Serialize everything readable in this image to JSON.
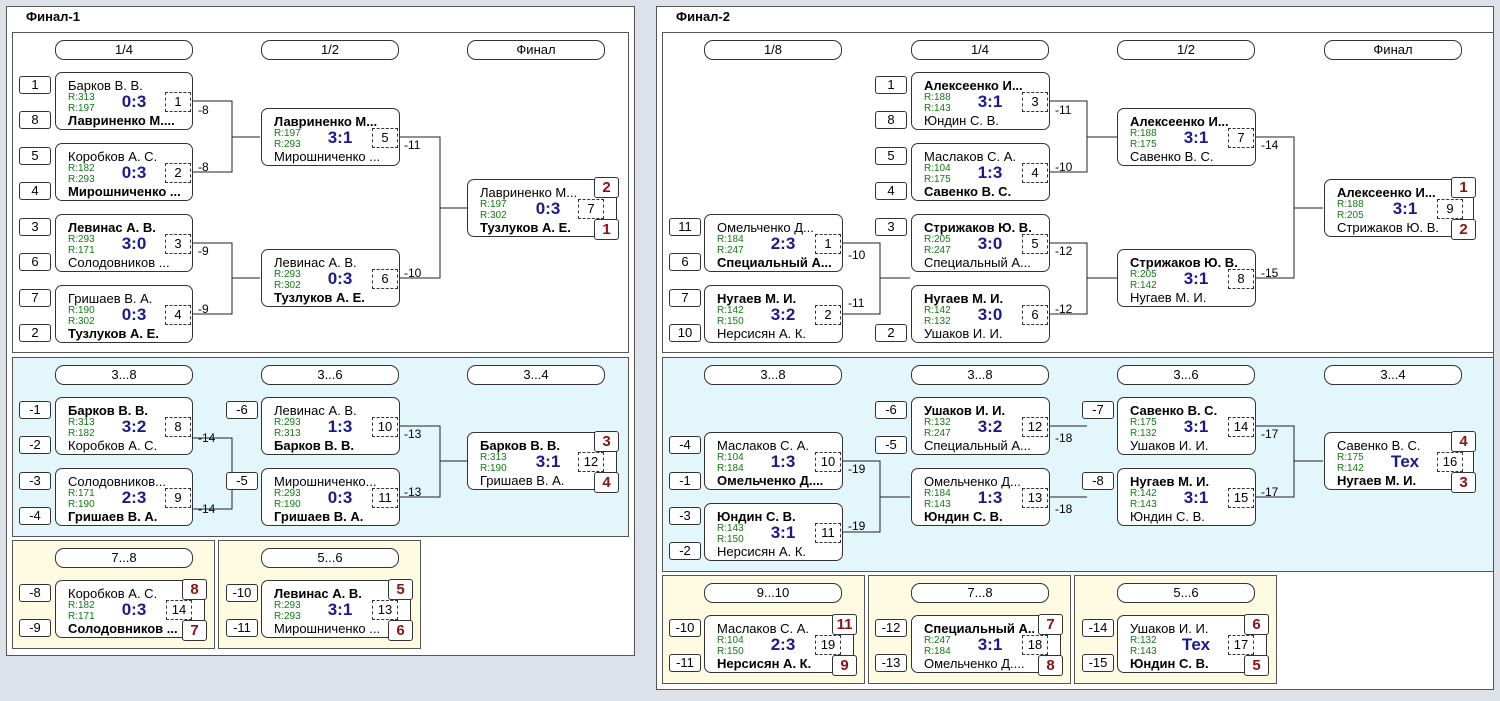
{
  "panels": {
    "f1": "Финал-1",
    "f2": "Финал-2"
  },
  "headers": {
    "f1_1_4": "1/4",
    "f1_1_2": "1/2",
    "f1_final": "Финал",
    "f1_3_8": "3...8",
    "f1_3_6": "3...6",
    "f1_3_4": "3...4",
    "f1_7_8": "7...8",
    "f1_5_6": "5...6",
    "f2_1_8": "1/8",
    "f2_1_4": "1/4",
    "f2_1_2": "1/2",
    "f2_final": "Финал",
    "f2_3_8a": "3...8",
    "f2_3_8b": "3...8",
    "f2_3_6": "3...6",
    "f2_3_4": "3...4",
    "f2_9_10": "9...10",
    "f2_7_8": "7...8",
    "f2_5_6": "5...6"
  },
  "seeds": {
    "a1": "1",
    "a2": "8",
    "a3": "5",
    "a4": "4",
    "a5": "3",
    "a6": "6",
    "a7": "7",
    "a8": "2",
    "b1": "-1",
    "b2": "-2",
    "b3": "-3",
    "b4": "-4",
    "b5": "-6",
    "b6": "-5",
    "c1": "-8",
    "c2": "-9",
    "c3": "-10",
    "c4": "-11",
    "d1": "11",
    "d2": "6",
    "d3": "7",
    "d4": "10",
    "d5": "1",
    "d6": "8",
    "d7": "5",
    "d8": "4",
    "d9": "3",
    "d10": "2",
    "e1": "-4",
    "e2": "-1",
    "e3": "-3",
    "e4": "-2",
    "e5": "-6",
    "e6": "-5",
    "e7": "-7",
    "e8": "-8",
    "g1": "-10",
    "g2": "-11",
    "g3": "-12",
    "g4": "-13",
    "g5": "-14",
    "g6": "-15"
  },
  "matches": {
    "m1": {
      "p1": "Барков В. В.",
      "r1": "R:313",
      "r2": "R:197",
      "score": "0:3",
      "p2": "Лавриненко М....",
      "num": "1"
    },
    "m2": {
      "p1": "Коробков А. С.",
      "r1": "R:182",
      "r2": "R:293",
      "score": "0:3",
      "p2": "Мирошниченко ...",
      "num": "2"
    },
    "m3": {
      "p1": "Левинас А. В.",
      "r1": "R:293",
      "r2": "R:171",
      "score": "3:0",
      "p2": "Солодовников ...",
      "num": "3"
    },
    "m4": {
      "p1": "Гришаев В. А.",
      "r1": "R:190",
      "r2": "R:302",
      "score": "0:3",
      "p2": "Тузлуков А. Е.",
      "num": "4"
    },
    "m5": {
      "p1": "Лавриненко М...",
      "r1": "R:197",
      "r2": "R:293",
      "score": "3:1",
      "p2": "Мирошниченко ...",
      "num": "5"
    },
    "m6": {
      "p1": "Левинас А. В.",
      "r1": "R:293",
      "r2": "R:302",
      "score": "0:3",
      "p2": "Тузлуков А. Е.",
      "num": "6"
    },
    "m7": {
      "p1": "Лавриненко М...",
      "r1": "R:197",
      "r2": "R:302",
      "score": "0:3",
      "p2": "Тузлуков А. Е.",
      "num": "7",
      "pl1": "2",
      "pl2": "1"
    },
    "m8": {
      "p1": "Барков В. В.",
      "r1": "R:313",
      "r2": "R:182",
      "score": "3:2",
      "p2": "Коробков А. С.",
      "num": "8"
    },
    "m9": {
      "p1": "Солодовников...",
      "r1": "R:171",
      "r2": "R:190",
      "score": "2:3",
      "p2": "Гришаев В. А.",
      "num": "9"
    },
    "m10": {
      "p1": "Левинас А. В.",
      "r1": "R:293",
      "r2": "R:313",
      "score": "1:3",
      "p2": "Барков В. В.",
      "num": "10"
    },
    "m11": {
      "p1": "Мирошниченко...",
      "r1": "R:293",
      "r2": "R:190",
      "score": "0:3",
      "p2": "Гришаев В. А.",
      "num": "11"
    },
    "m12": {
      "p1": "Барков В. В.",
      "r1": "R:313",
      "r2": "R:190",
      "score": "3:1",
      "p2": "Гришаев В. А.",
      "num": "12",
      "pl1": "3",
      "pl2": "4"
    },
    "m14": {
      "p1": "Коробков А. С.",
      "r1": "R:182",
      "r2": "R:171",
      "score": "0:3",
      "p2": "Солодовников ...",
      "num": "14",
      "pl1": "8",
      "pl2": "7"
    },
    "m13": {
      "p1": "Левинас А. В.",
      "r1": "R:293",
      "r2": "R:293",
      "score": "3:1",
      "p2": "Мирошниченко ...",
      "num": "13",
      "pl1": "5",
      "pl2": "6"
    },
    "n1": {
      "p1": "Омельченко Д...",
      "r1": "R:184",
      "r2": "R:247",
      "score": "2:3",
      "p2": "Специальный А...",
      "num": "1"
    },
    "n2": {
      "p1": "Нугаев М. И.",
      "r1": "R:142",
      "r2": "R:150",
      "score": "3:2",
      "p2": "Нерсисян А. К.",
      "num": "2"
    },
    "n3": {
      "p1": "Алексеенко И...",
      "r1": "R:188",
      "r2": "R:143",
      "score": "3:1",
      "p2": "Юндин С. В.",
      "num": "3"
    },
    "n4": {
      "p1": "Маслаков С. А.",
      "r1": "R:104",
      "r2": "R:175",
      "score": "1:3",
      "p2": "Савенко В. С.",
      "num": "4"
    },
    "n5": {
      "p1": "Стрижаков Ю. В.",
      "r1": "R:205",
      "r2": "R:247",
      "score": "3:0",
      "p2": "Специальный А...",
      "num": "5"
    },
    "n6": {
      "p1": "Нугаев М. И.",
      "r1": "R:142",
      "r2": "R:132",
      "score": "3:0",
      "p2": "Ушаков И. И.",
      "num": "6"
    },
    "n7": {
      "p1": "Алексеенко И...",
      "r1": "R:188",
      "r2": "R:175",
      "score": "3:1",
      "p2": "Савенко В. С.",
      "num": "7"
    },
    "n8": {
      "p1": "Стрижаков Ю. В.",
      "r1": "R:205",
      "r2": "R:142",
      "score": "3:1",
      "p2": "Нугаев М. И.",
      "num": "8"
    },
    "n9": {
      "p1": "Алексеенко И...",
      "r1": "R:188",
      "r2": "R:205",
      "score": "3:1",
      "p2": "Стрижаков Ю. В.",
      "num": "9",
      "pl1": "1",
      "pl2": "2"
    },
    "n10": {
      "p1": "Маслаков С. А.",
      "r1": "R:104",
      "r2": "R:184",
      "score": "1:3",
      "p2": "Омельченко Д....",
      "num": "10"
    },
    "n11": {
      "p1": "Юндин С. В.",
      "r1": "R:143",
      "r2": "R:150",
      "score": "3:1",
      "p2": "Нерсисян А. К.",
      "num": "11"
    },
    "n12": {
      "p1": "Ушаков И. И.",
      "r1": "R:132",
      "r2": "R:247",
      "score": "3:2",
      "p2": "Специальный А...",
      "num": "12"
    },
    "n13": {
      "p1": "Омельченко Д...",
      "r1": "R:184",
      "r2": "R:143",
      "score": "1:3",
      "p2": "Юндин С. В.",
      "num": "13"
    },
    "n14": {
      "p1": "Савенко В. С.",
      "r1": "R:175",
      "r2": "R:132",
      "score": "3:1",
      "p2": "Ушаков И. И.",
      "num": "14"
    },
    "n15": {
      "p1": "Нугаев М. И.",
      "r1": "R:142",
      "r2": "R:143",
      "score": "3:1",
      "p2": "Юндин С. В.",
      "num": "15"
    },
    "n16": {
      "p1": "Савенко В. С.",
      "r1": "R:175",
      "r2": "R:142",
      "score": "Тех",
      "p2": "Нугаев М. И.",
      "num": "16",
      "pl1": "4",
      "pl2": "3"
    },
    "n19": {
      "p1": "Маслаков С. А.",
      "r1": "R:104",
      "r2": "R:150",
      "score": "2:3",
      "p2": "Нерсисян А. К.",
      "num": "19",
      "pl1": "11",
      "pl2": "9"
    },
    "n18": {
      "p1": "Специальный А...",
      "r1": "R:247",
      "r2": "R:184",
      "score": "3:1",
      "p2": "Омельченко Д....",
      "num": "18",
      "pl1": "7",
      "pl2": "8"
    },
    "n17": {
      "p1": "Ушаков И. И.",
      "r1": "R:132",
      "r2": "R:143",
      "score": "Тех",
      "p2": "Юндин С. В.",
      "num": "17",
      "pl1": "6",
      "pl2": "5"
    }
  },
  "labels": {
    "l1": "-8",
    "l2": "-8",
    "l3": "-9",
    "l4": "-9",
    "l5": "-11",
    "l6": "-10",
    "l7": "-14",
    "l8": "-14",
    "l9": "-13",
    "l10": "-13",
    "k1": "-10",
    "k2": "-11",
    "k3": "-11",
    "k4": "-10",
    "k5": "-12",
    "k6": "-12",
    "k7": "-14",
    "k8": "-15",
    "k9": "-19",
    "k10": "-19",
    "k11": "-18",
    "k12": "-18",
    "k13": "-17",
    "k14": "-17"
  }
}
